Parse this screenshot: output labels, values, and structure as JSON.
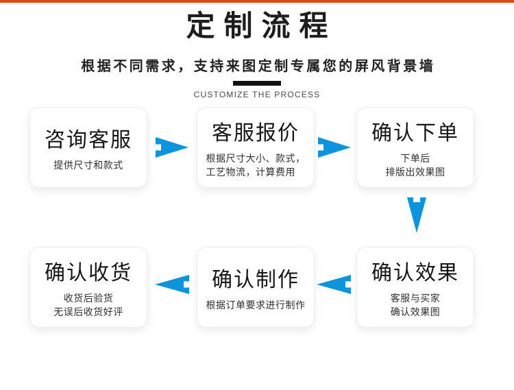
{
  "colors": {
    "top_bar": "#dc4a14",
    "accent_blue": "#0e94dc",
    "divider": "#111111"
  },
  "header": {
    "title": "定制流程",
    "subtitle": "根据不同需求，支持来图定制专属您的屏风背景墙",
    "tagline": "CUSTOMIZE THE PROCESS"
  },
  "steps": [
    {
      "title": "咨询客服",
      "desc_lines": [
        "提供尺寸和款式"
      ]
    },
    {
      "title": "客服报价",
      "desc_lines": [
        "根据尺寸大小、款式，",
        "工艺物流，计算费用"
      ]
    },
    {
      "title": "确认下单",
      "desc_lines": [
        "下单后",
        "排版出效果图"
      ]
    },
    {
      "title": "确认效果",
      "desc_lines": [
        "客服与买家",
        "确认效果图"
      ]
    },
    {
      "title": "确认制作",
      "desc_lines": [
        "根据订单要求进行制作"
      ]
    },
    {
      "title": "确认收货",
      "desc_lines": [
        "收货后验货",
        "无误后收货好评"
      ]
    }
  ],
  "icons": {
    "forward": "arrow-right-icon",
    "down": "arrow-down-icon",
    "backward": "arrow-left-icon"
  }
}
